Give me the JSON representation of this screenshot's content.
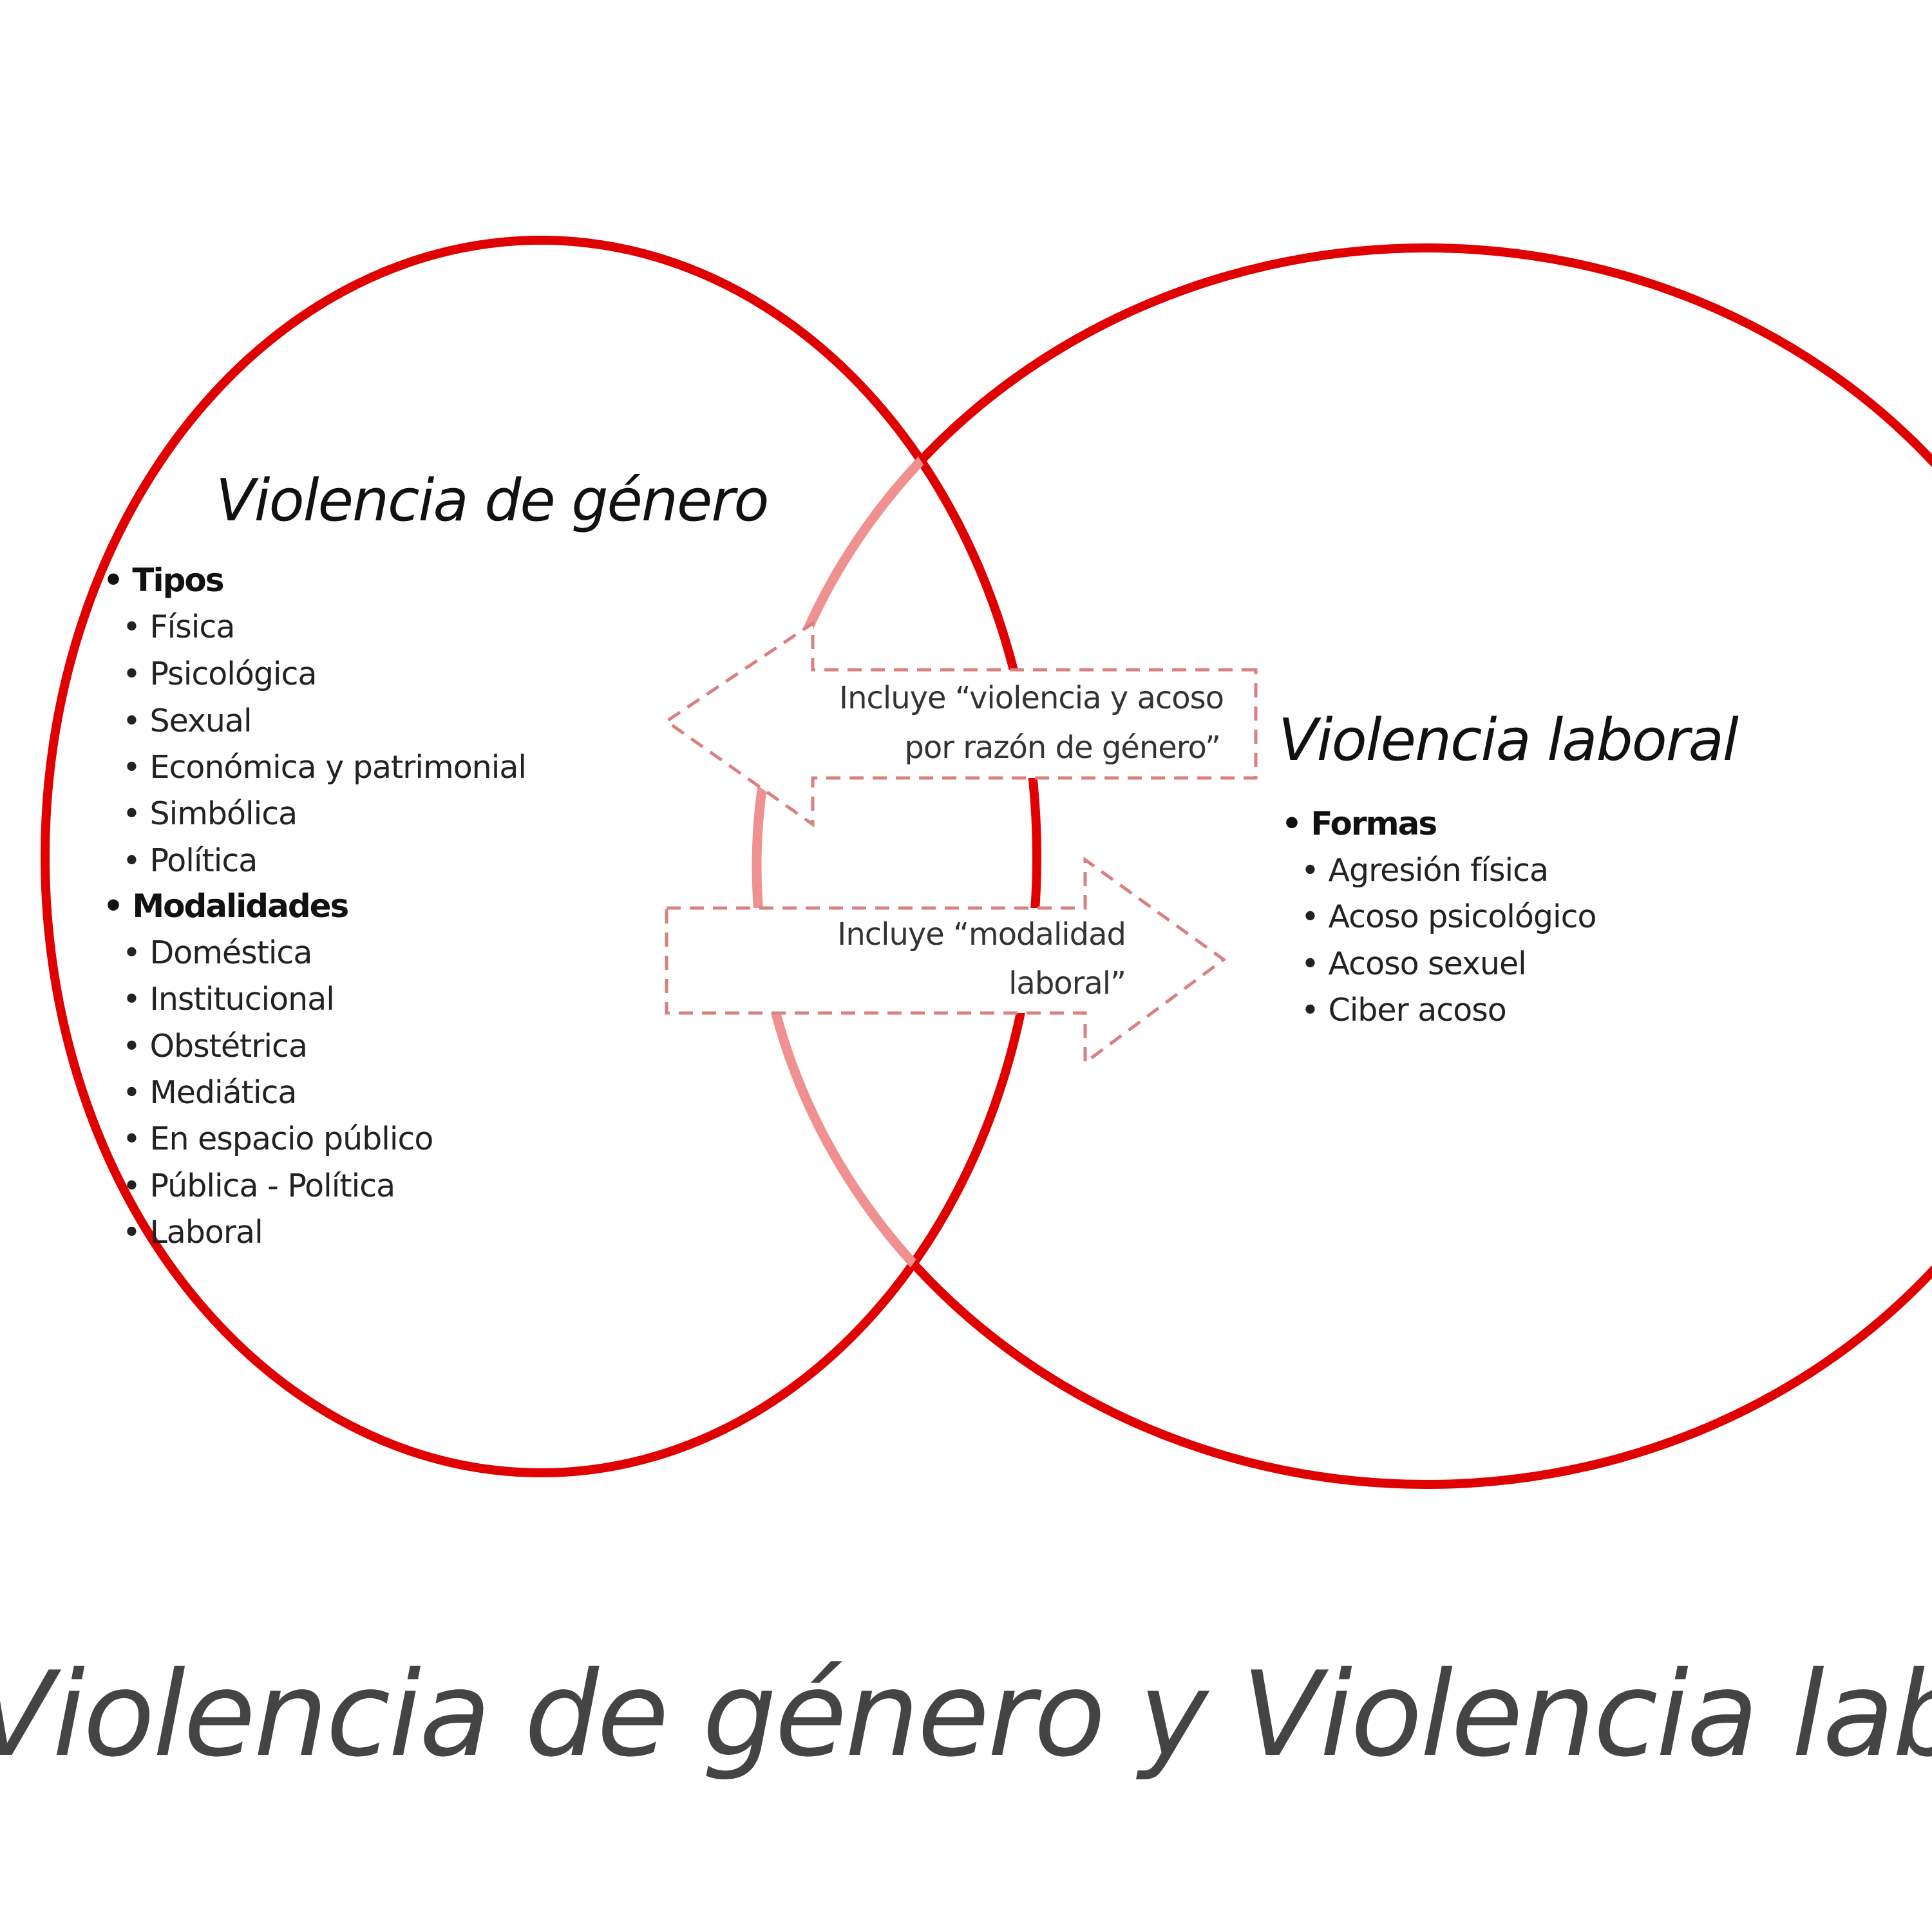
{
  "colors": {
    "circle": "#e00000",
    "overlap_arc": "#f09090",
    "arrow_dash": "#d98080",
    "text": "#111111",
    "caption": "#444444"
  },
  "gender_violence": {
    "title": "Violencia de género",
    "types_heading": "Tipos",
    "types": [
      "Física",
      "Psicológica",
      "Sexual",
      "Económica y patrimonial",
      "Simbólica",
      "Política"
    ],
    "modalities_heading": "Modalidades",
    "modalities": [
      "Doméstica",
      "Institucional",
      "Obstétrica",
      "Mediática",
      "En espacio público",
      "Pública - Política",
      "Laboral"
    ]
  },
  "labor_violence": {
    "title": "Violencia laboral",
    "forms_heading": "Formas",
    "forms": [
      "Agresión física",
      "Acoso psicológico",
      "Acoso sexuel",
      "Ciber acoso"
    ]
  },
  "arrow_left": {
    "line1": "Incluye “violencia y acoso",
    "line2": "por razón de género”"
  },
  "arrow_right": {
    "line1": "Incluye “modalidad",
    "line2": "laboral”"
  },
  "caption": "Violencia de género y Violencia laboral"
}
